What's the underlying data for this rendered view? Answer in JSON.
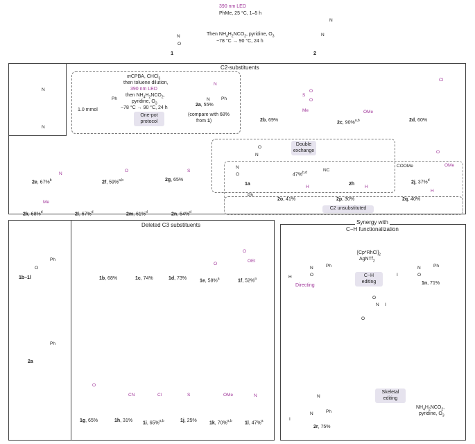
{
  "top": {
    "cond1": "390 nm LED",
    "cond2": "PhMe, 25 °C, 1–5 h",
    "cond3a": "Then NH",
    "cond3b": "H",
    "cond3c": "NCO",
    "cond3d": ", pyridine, O",
    "cond4": "−78 °C → 90 °C, 24 h",
    "start_label": "1",
    "product_label": "2"
  },
  "c2": {
    "header": "C2-substituents",
    "scale": "1.0 mmol",
    "onepot_l1a": "m",
    "onepot_l1b": "CPBA, CHCl",
    "onepot_l2": "then toluene dilution,",
    "onepot_l3": "390 nm LED",
    "onepot_l4": "then NH",
    "onepot_l5": "pyridine, O",
    "onepot_l6": "−78 °C → 90 °C, 24 h",
    "onepot_pill": "One-pot protocol",
    "p2a": "2a",
    "p2a_y": ", 55%",
    "compare": "(compare with 68%",
    "compare2": "from 1)",
    "p2b": "2b",
    "p2b_y": ", 69%",
    "p2c": "2c",
    "p2c_y": ", 90%",
    "p2c_sup": "a,b",
    "p2d": "2d",
    "p2d_y": ", 60%",
    "p2e": "2e",
    "p2e_y": ", 67%",
    "p2e_sup": "b",
    "p2f": "2f",
    "p2f_y": ", 59%",
    "p2f_sup": "a,b",
    "p2g": "2g",
    "p2g_y": ", 65%",
    "double_pill": "Double exchange",
    "p1a": "1a",
    "yield_1a": "47%",
    "yield_1a_sup": "b,d",
    "p2h": "2h",
    "p2j": "2j",
    "p2j_y": ", 37%",
    "p2j_sup": "d",
    "p2k": "2k",
    "p2k_y": ", 68%",
    "p2k_sup": "d",
    "p2l": "2l",
    "p2l_y": ", 67%",
    "p2l_sup": "d",
    "p2m": "2m",
    "p2m_y": ", 61%",
    "p2m_sup": "d",
    "p2n": "2n",
    "p2n_y": ", 64%",
    "p2n_sup": "d",
    "p2o": "2o",
    "p2o_y": ", 41%",
    "p2p": "2p",
    "p2p_y": ", 30%",
    "p2q": "2q",
    "p2q_y": ", 40%",
    "c2_pill": "C2 unsubstituted",
    "atom_cooMe": "COOMe",
    "atom_nc": "NC",
    "atom_ome": "OMe",
    "atom_me": "Me",
    "atom_cl": "Cl",
    "atom_o": "O",
    "atom_h": "H",
    "atom_ph": "Ph",
    "atom_n": "N",
    "atom_s": "S",
    "atom_otol": "O"
  },
  "c3": {
    "header": "Deleted C3 substituents",
    "range": "1b–1l",
    "target": "2a",
    "items": [
      {
        "id": "1b",
        "y": ", 68%",
        "sup": ""
      },
      {
        "id": "1c",
        "y": ", 74%",
        "sup": ""
      },
      {
        "id": "1d",
        "y": ", 73%",
        "sup": ""
      },
      {
        "id": "1e",
        "y": ", 58%",
        "sup": "a"
      },
      {
        "id": "1f",
        "y": ", 52%",
        "sup": "a"
      },
      {
        "id": "1g",
        "y": ", 65%",
        "sup": ""
      },
      {
        "id": "1h",
        "y": ", 31%",
        "sup": ""
      },
      {
        "id": "1i",
        "y": ", 65%",
        "sup": "a,b"
      },
      {
        "id": "1j",
        "y": ", 25%",
        "sup": ""
      },
      {
        "id": "1k",
        "y": ", 70%",
        "sup": "a,b"
      },
      {
        "id": "1l",
        "y": ", 47%",
        "sup": "a"
      }
    ],
    "atom_oet": "OEt",
    "atom_cn": "CN",
    "atom_cl": "Cl",
    "atom_ome": "OMe",
    "atom_o": "O",
    "atom_s": "S",
    "atom_n": "N",
    "atom_ph": "Ph"
  },
  "syn": {
    "header1": "Synergy with",
    "header2": "C−H functionalization",
    "cat1": "[Cp*RhCl",
    "cat2": "AgNTf",
    "ch1": "C−H",
    "ch2": "editing",
    "directing": "Directing",
    "p1n": "1n",
    "p1n_y": ", 71%",
    "skel1": "Skeletal",
    "skel2": "editing",
    "cond_a": "NH",
    "cond_b": "pyridine, O",
    "p2r": "2r",
    "p2r_y": ", 75%",
    "atom_i": "I",
    "atom_h": "H",
    "atom_ph": "Ph",
    "atom_n": "N",
    "atom_o": "O"
  }
}
